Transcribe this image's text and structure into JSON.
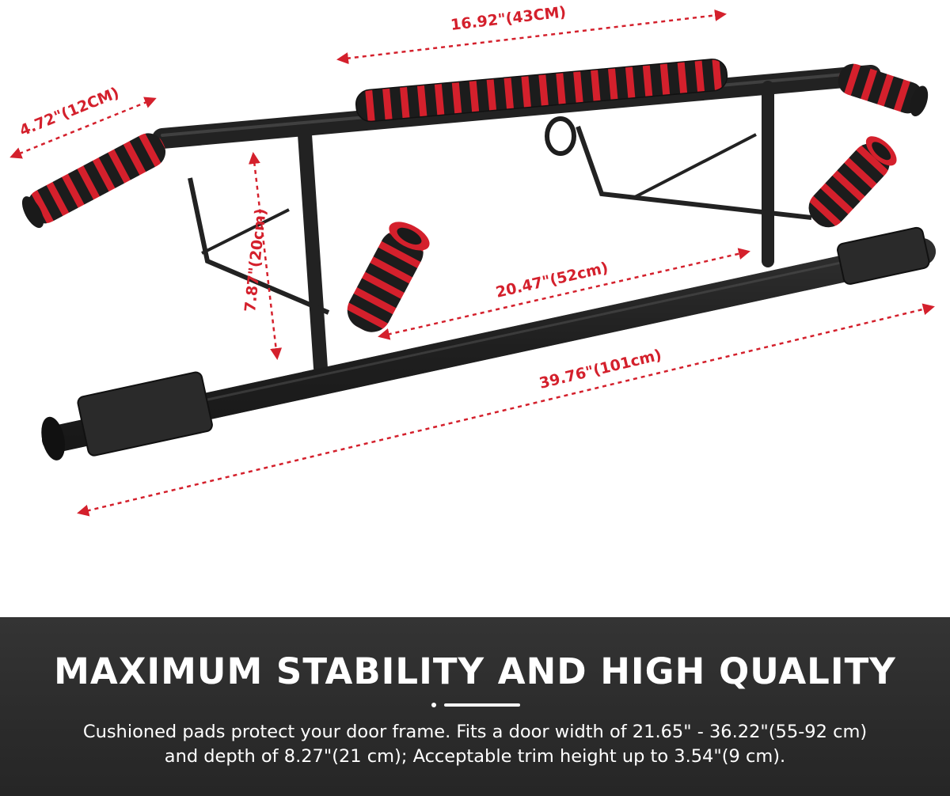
{
  "colors": {
    "accent_red": "#d4202c",
    "foam_black": "#1e1e1e",
    "steel": "#2a2a2a",
    "panel_bg": "#2e2e2e",
    "panel_text": "#ffffff"
  },
  "dimensions": {
    "top_bar_length": "16.92\"(43CM)",
    "handle_length": "4.72\"(12CM)",
    "height": "7.87\"(20cm)",
    "inner_width": "20.47\"(52cm)",
    "total_length": "39.76\"(101cm)"
  },
  "panel": {
    "headline": "MAXIMUM STABILITY AND HIGH QUALITY",
    "description_line1": "Cushioned pads protect your door frame. Fits a door width of 21.65\" - 36.22\"(55-92 cm)",
    "description_line2": "and depth of 8.27\"(21 cm); Acceptable trim height up to 3.54\"(9 cm)."
  }
}
